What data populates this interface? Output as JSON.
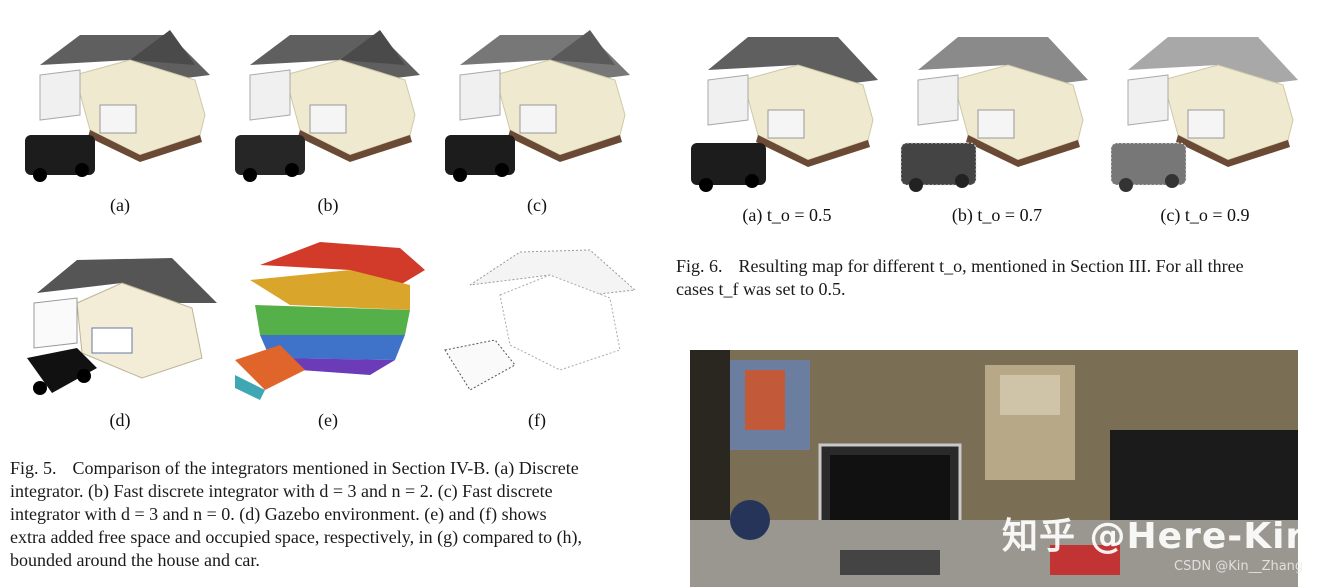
{
  "fig5": {
    "panel_labels": [
      "(a)",
      "(b)",
      "(c)",
      "(d)",
      "(e)",
      "(f)"
    ],
    "caption_label": "Fig. 5.",
    "caption_lines": [
      "Comparison of the integrators mentioned in Section IV-B. (a) Discrete",
      "integrator. (b) Fast discrete integrator with d = 3 and n = 2. (c) Fast discrete",
      "integrator with d = 3 and n = 0. (d) Gazebo environment. (e) and (f) shows",
      "extra added free space and occupied space, respectively, in (g) compared to (h),",
      "bounded around the house and car."
    ]
  },
  "fig6": {
    "panel_labels": [
      "(a) t_o = 0.5",
      "(b) t_o = 0.7",
      "(c) t_o = 0.9"
    ],
    "caption_label": "Fig. 6.",
    "caption_lines": [
      "Resulting map for different t_o, mentioned in Section III. For all three",
      "cases t_f was set to 0.5."
    ]
  },
  "watermark": {
    "main": "知乎 @Here-Kin",
    "source": "CSDN @Kin__Zhang"
  },
  "colors": {
    "roof": "#5f5f5f",
    "wall": "#efe9cf",
    "base": "#6b4a35",
    "car": "#1c1c1c",
    "photo_bg": "#7a6e55"
  }
}
